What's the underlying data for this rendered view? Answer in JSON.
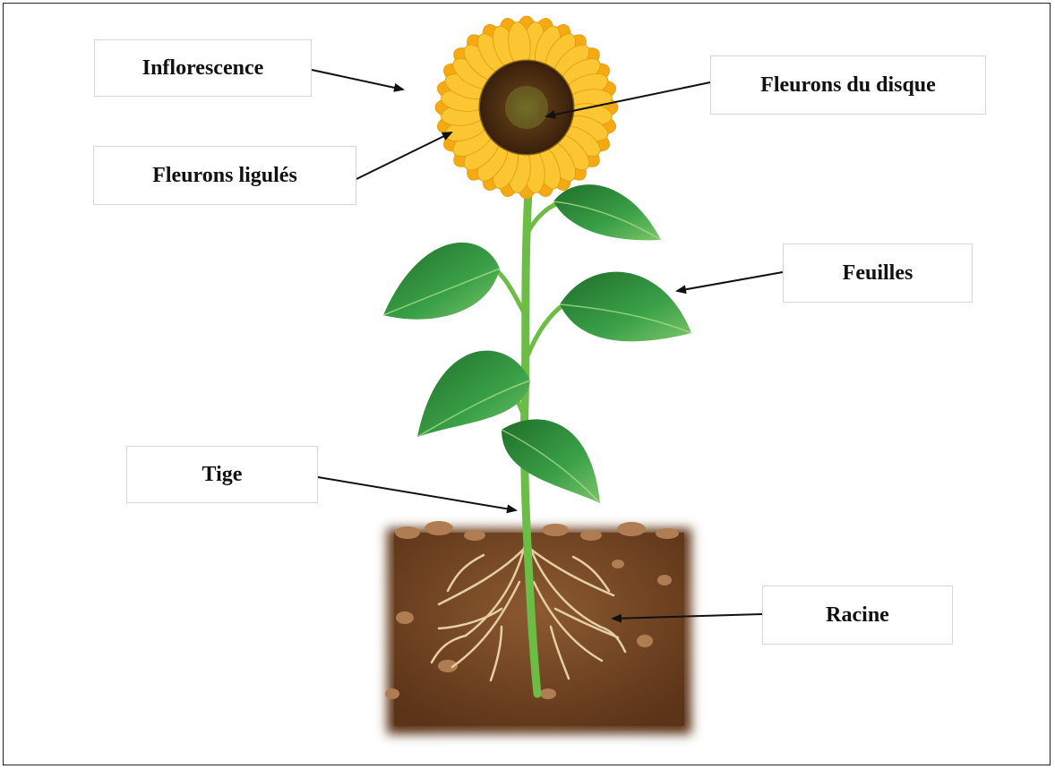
{
  "labels": {
    "inflorescence": "Inflorescence",
    "disc_florets": "Fleurons du disque",
    "ray_florets": "Fleurons ligulés",
    "leaves": "Feuilles",
    "stem": "Tige",
    "root": "Racine"
  },
  "colors": {
    "petal": "#f6b417",
    "disc": "#6b3a14",
    "leaf": "#2e8b3a",
    "stem": "#6cbd45",
    "soil": "#7a4a26",
    "root": "#e6cfa4",
    "arrow": "#111111"
  }
}
